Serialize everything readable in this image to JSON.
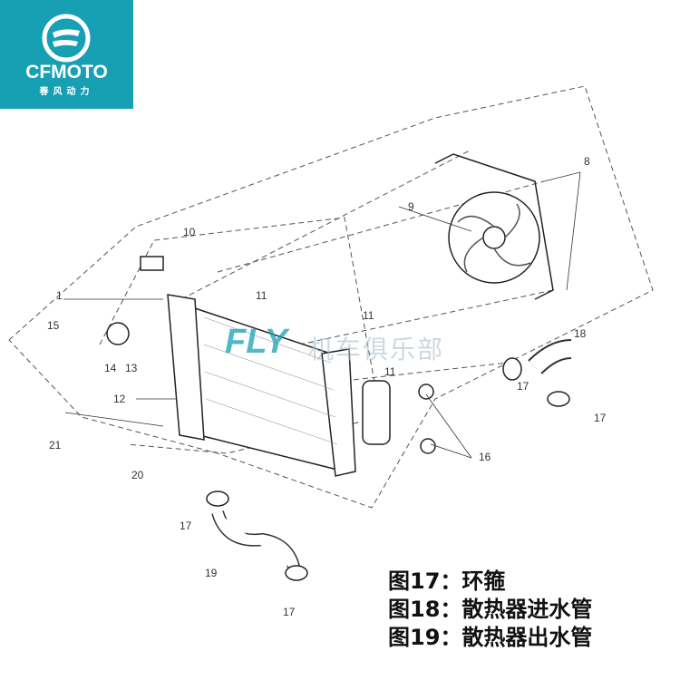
{
  "logo": {
    "brand": "CFMOTO",
    "subtitle": "春风动力",
    "color": "#179fb4"
  },
  "watermark": {
    "latin": "FLY",
    "chinese": "机车俱乐部"
  },
  "part_labels": {
    "p1": "1",
    "p8": "8",
    "p9": "9",
    "p10": "10",
    "p11a": "11",
    "p11b": "11",
    "p11c": "11",
    "p12": "12",
    "p13": "13",
    "p14": "14",
    "p15": "15",
    "p16": "16",
    "p17a": "17",
    "p17b": "17",
    "p17c": "17",
    "p17d": "17",
    "p18": "18",
    "p19": "19",
    "p20": "20",
    "p21": "21"
  },
  "captions": [
    "图17：环箍",
    "图18：散热器进水管",
    "图19：散热器出水管"
  ]
}
